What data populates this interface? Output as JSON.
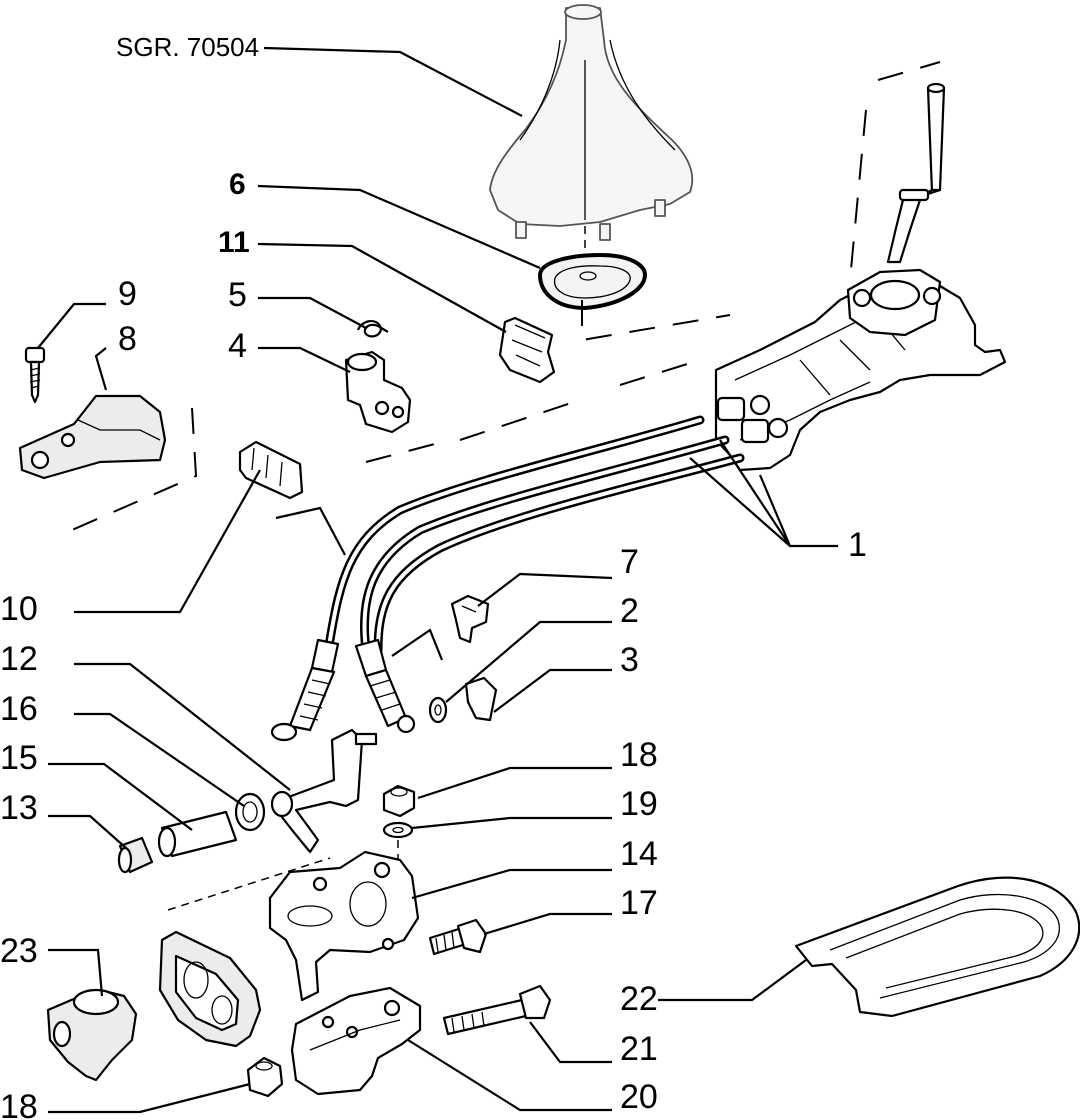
{
  "reference_code": "SGR. 70504",
  "callouts": [
    "1",
    "2",
    "3",
    "4",
    "5",
    "6",
    "7",
    "8",
    "9",
    "10",
    "11",
    "12",
    "13",
    "14",
    "15",
    "16",
    "17",
    "18",
    "19",
    "20",
    "21",
    "22",
    "23"
  ],
  "bold_callouts": [
    "6",
    "11"
  ]
}
